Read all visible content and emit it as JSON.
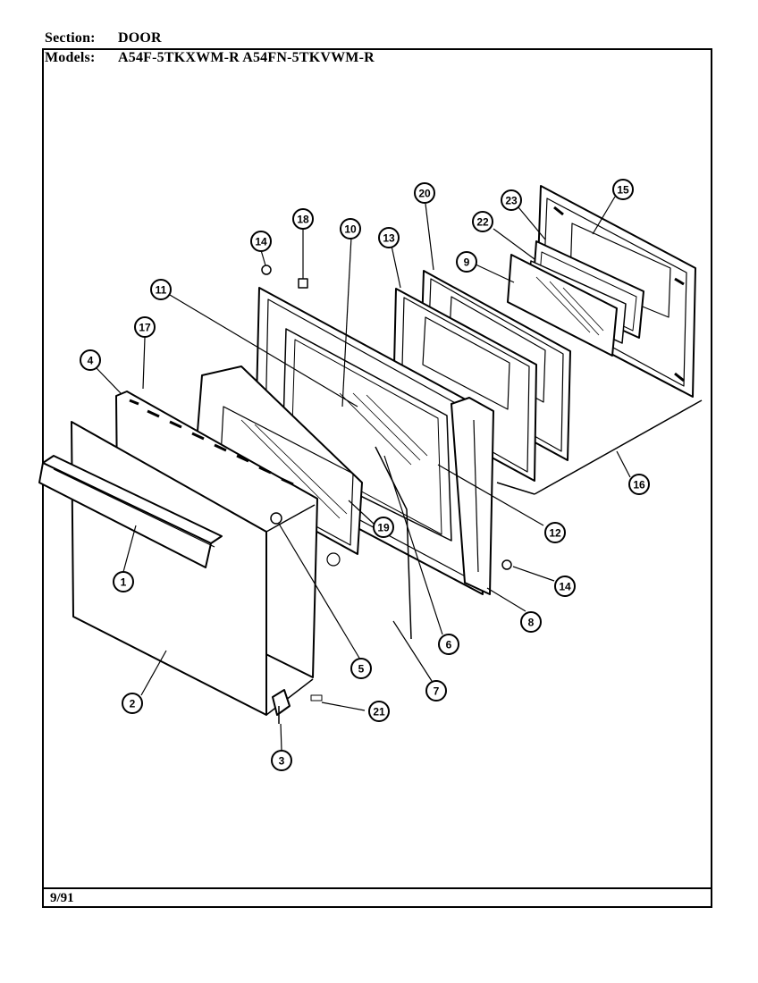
{
  "header": {
    "section_label": "Section:",
    "section_value": "DOOR",
    "models_label": "Models:",
    "models_value": "A54F-5TKXWM-R  A54FN-5TKVWM-R"
  },
  "footer": {
    "date": "9/91"
  },
  "callouts": [
    {
      "id": "c1",
      "label": "1"
    },
    {
      "id": "c2",
      "label": "2"
    },
    {
      "id": "c3",
      "label": "3"
    },
    {
      "id": "c4",
      "label": "4"
    },
    {
      "id": "c5",
      "label": "5"
    },
    {
      "id": "c6",
      "label": "6"
    },
    {
      "id": "c7",
      "label": "7"
    },
    {
      "id": "c8",
      "label": "8"
    },
    {
      "id": "c9",
      "label": "9"
    },
    {
      "id": "c10",
      "label": "10"
    },
    {
      "id": "c11",
      "label": "11"
    },
    {
      "id": "c12",
      "label": "12"
    },
    {
      "id": "c13",
      "label": "13"
    },
    {
      "id": "c14a",
      "label": "14"
    },
    {
      "id": "c14b",
      "label": "14"
    },
    {
      "id": "c15",
      "label": "15"
    },
    {
      "id": "c16",
      "label": "16"
    },
    {
      "id": "c17",
      "label": "17"
    },
    {
      "id": "c18",
      "label": "18"
    },
    {
      "id": "c19",
      "label": "19"
    },
    {
      "id": "c20",
      "label": "20"
    },
    {
      "id": "c21",
      "label": "21"
    },
    {
      "id": "c22",
      "label": "22"
    },
    {
      "id": "c23",
      "label": "23"
    }
  ]
}
